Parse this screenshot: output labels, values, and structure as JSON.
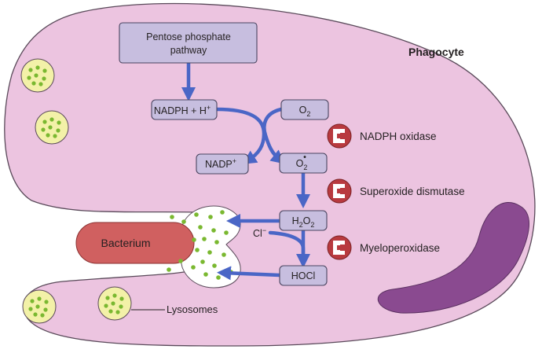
{
  "title": "Phagocyte",
  "labels": {
    "pentose_line1": "Pentose phosphate",
    "pentose_line2": "pathway",
    "nadph_main": "NADPH + H",
    "nadph_sup": "+",
    "nadp_main": "NADP",
    "nadp_sup": "+",
    "o2_main": "O",
    "o2_sub": "2",
    "superoxide_main": "O",
    "superoxide_sub": "2",
    "superoxide_dot": "•",
    "h2o2_h": "H",
    "h2o2_sub1": "2",
    "h2o2_o": "O",
    "h2o2_sub2": "2",
    "hocl": "HOCl",
    "chloride_main": "Cl",
    "chloride_sup": "−",
    "bacterium": "Bacterium",
    "lysosomes": "Lysosomes"
  },
  "enzymes": [
    "NADPH oxidase",
    "Superoxide dismutase",
    "Myeloperoxidase"
  ],
  "colors": {
    "cell_fill": "#ecc4e0",
    "cell_stroke": "#5a4a5a",
    "box_fill": "#c7bedf",
    "box_stroke": "#4a4560",
    "arrow": "#4a66c6",
    "nucleus": "#8a4a90",
    "bacterium": "#d06060",
    "granule_fill": "#f3f1a8",
    "granule_dot": "#7ab830",
    "enzyme_red": "#b83a3f"
  }
}
